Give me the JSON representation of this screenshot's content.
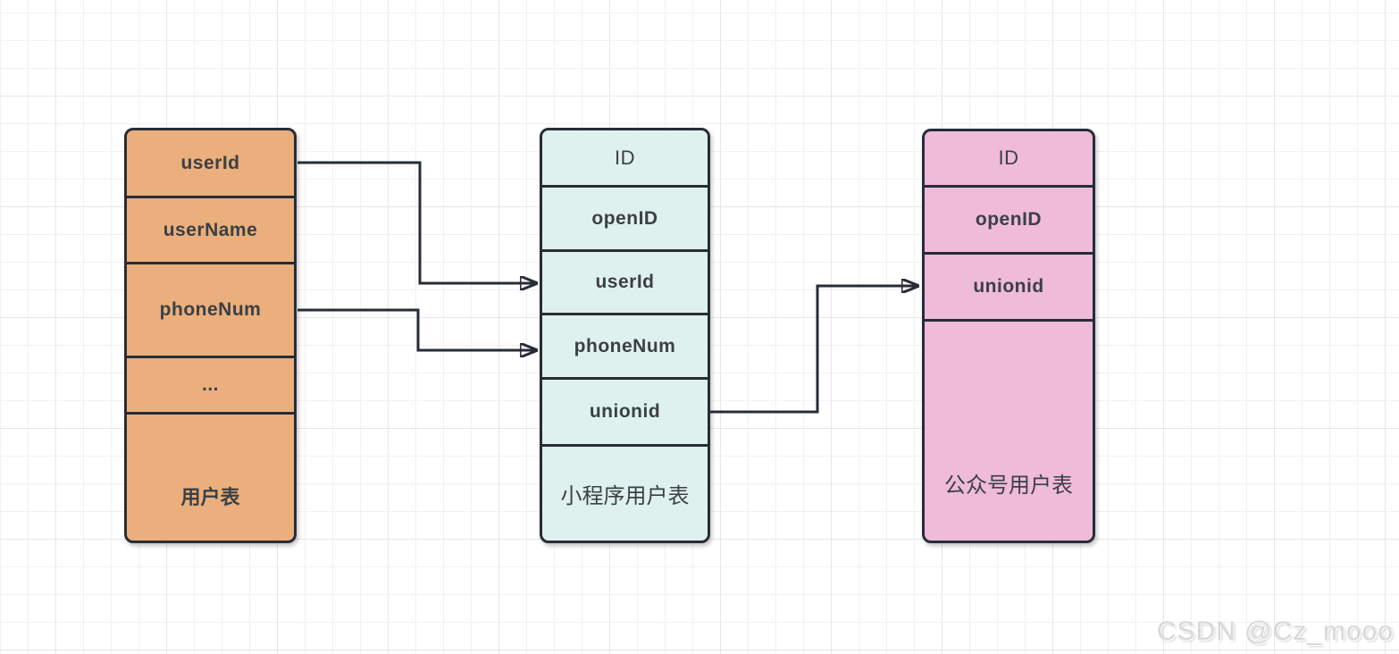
{
  "colors": {
    "background": "#FFFFFF",
    "grid_line": "#F1F1F4",
    "grid_major": "#E7E7EB",
    "stroke": "#272D36",
    "text": "#3A4046",
    "user_fill": "#EBAF7D",
    "mini_fill": "#DFF1EE",
    "official_fill": "#EFBBD9",
    "watermark": "#D8D8D8"
  },
  "tables": {
    "user": {
      "title": "用户表",
      "rows": [
        "userId",
        "userName",
        "phoneNum",
        "..."
      ]
    },
    "miniprogram": {
      "title": "小程序用户表",
      "rows": [
        "ID",
        "openID",
        "userId",
        "phoneNum",
        "unionid"
      ]
    },
    "official": {
      "title": "公众号用户表",
      "rows": [
        "ID",
        "openID",
        "unionid"
      ]
    }
  },
  "connections": [
    {
      "from": "用户表.userId",
      "to": "小程序用户表.userId"
    },
    {
      "from": "用户表.phoneNum",
      "to": "小程序用户表.phoneNum"
    },
    {
      "from": "小程序用户表.unionid",
      "to": "公众号用户表.unionid"
    }
  ],
  "watermark": {
    "text": "CSDN @Cz_mooo"
  }
}
